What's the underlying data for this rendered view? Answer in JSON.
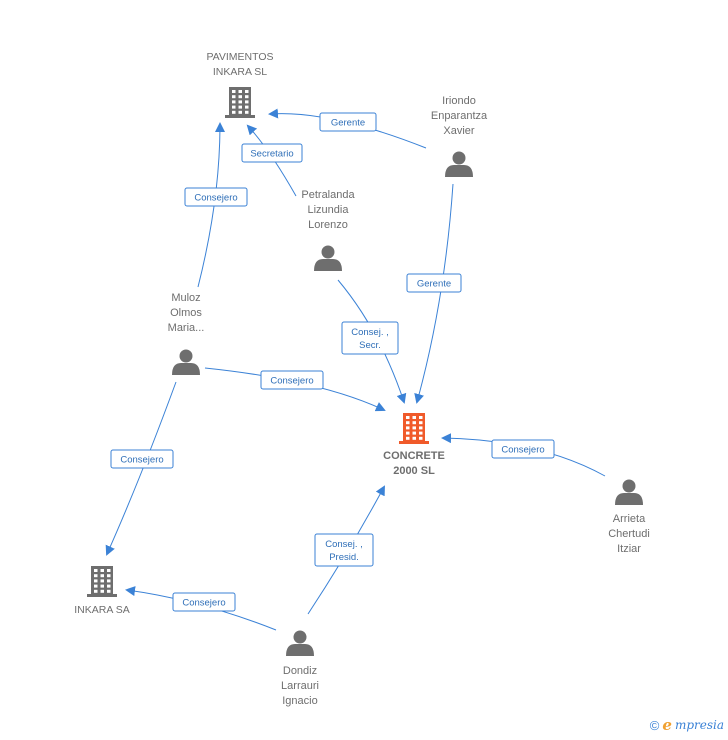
{
  "colors": {
    "edge": "#3b82d6",
    "node": "#6e6e6e",
    "focus": "#f05a2a"
  },
  "nodes": [
    {
      "id": "pavimentos",
      "kind": "company",
      "lines": [
        "PAVIMENTOS",
        "INKARA SL"
      ]
    },
    {
      "id": "concrete",
      "kind": "company-main",
      "lines": [
        "CONCRETE",
        "2000 SL"
      ]
    },
    {
      "id": "inkara",
      "kind": "company",
      "lines": [
        "INKARA SA"
      ]
    },
    {
      "id": "iriondo",
      "kind": "person",
      "lines": [
        "Iriondo",
        "Enparantza",
        "Xavier"
      ]
    },
    {
      "id": "petralanda",
      "kind": "person",
      "lines": [
        "Petralanda",
        "Lizundia",
        "Lorenzo"
      ]
    },
    {
      "id": "muloz",
      "kind": "person",
      "lines": [
        "Muloz",
        "Olmos",
        "Maria..."
      ]
    },
    {
      "id": "arrieta",
      "kind": "person",
      "lines": [
        "Arrieta",
        "Chertudi",
        "Itziar"
      ]
    },
    {
      "id": "dondiz",
      "kind": "person",
      "lines": [
        "Dondiz",
        "Larrauri",
        "Ignacio"
      ]
    }
  ],
  "edges": [
    {
      "from": "iriondo",
      "to": "pavimentos",
      "label": [
        "Gerente"
      ]
    },
    {
      "from": "petralanda",
      "to": "pavimentos",
      "label": [
        "Secretario"
      ]
    },
    {
      "from": "muloz",
      "to": "pavimentos",
      "label": [
        "Consejero"
      ]
    },
    {
      "from": "iriondo",
      "to": "concrete",
      "label": [
        "Gerente"
      ]
    },
    {
      "from": "petralanda",
      "to": "concrete",
      "label": [
        "Consej. ,",
        "Secr."
      ]
    },
    {
      "from": "muloz",
      "to": "concrete",
      "label": [
        "Consejero"
      ]
    },
    {
      "from": "arrieta",
      "to": "concrete",
      "label": [
        "Consejero"
      ]
    },
    {
      "from": "dondiz",
      "to": "concrete",
      "label": [
        "Consej. ,",
        "Presid."
      ]
    },
    {
      "from": "muloz",
      "to": "inkara",
      "label": [
        "Consejero"
      ]
    },
    {
      "from": "dondiz",
      "to": "inkara",
      "label": [
        "Consejero"
      ]
    }
  ],
  "footer": {
    "copyright": "©",
    "brand_initial": "e",
    "brand_rest": "mpresia"
  }
}
